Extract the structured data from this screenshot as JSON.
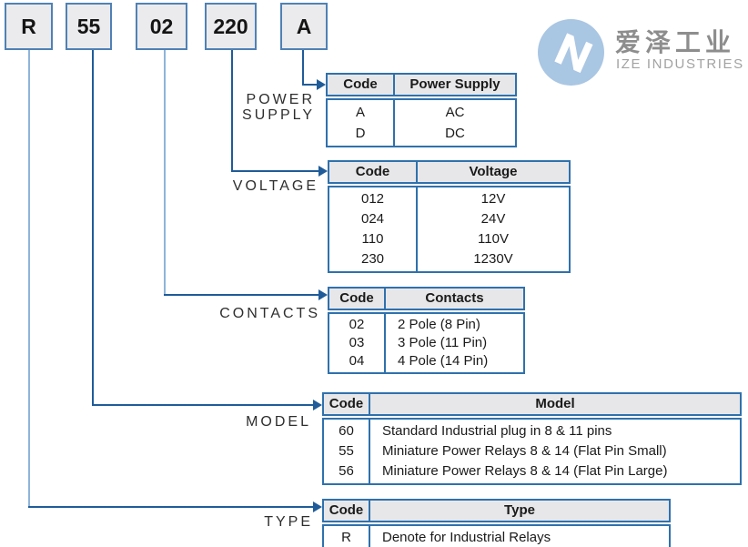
{
  "part_code": {
    "boxes": [
      {
        "label": "R"
      },
      {
        "label": "55"
      },
      {
        "label": "02"
      },
      {
        "label": "220"
      },
      {
        "label": "A"
      }
    ]
  },
  "logo": {
    "brand_cn": "爱泽工业",
    "brand_en": "IZE INDUSTRIES",
    "mark_letter": "N"
  },
  "tables": {
    "power_supply": {
      "label_line1": "POWER",
      "label_line2": "SUPPLY",
      "headers": [
        "Code",
        "Power Supply"
      ],
      "rows": [
        [
          "A",
          "AC"
        ],
        [
          "D",
          "DC"
        ]
      ]
    },
    "voltage": {
      "label": "VOLTAGE",
      "headers": [
        "Code",
        "Voltage"
      ],
      "rows": [
        [
          "012",
          "12V"
        ],
        [
          "024",
          "24V"
        ],
        [
          "110",
          "110V"
        ],
        [
          "230",
          "1230V"
        ]
      ]
    },
    "contacts": {
      "label": "CONTACTS",
      "headers": [
        "Code",
        "Contacts"
      ],
      "rows": [
        [
          "02",
          "2 Pole (8 Pin)"
        ],
        [
          "03",
          "3 Pole (11 Pin)"
        ],
        [
          "04",
          "4 Pole (14 Pin)"
        ]
      ]
    },
    "model": {
      "label": "MODEL",
      "headers": [
        "Code",
        "Model"
      ],
      "rows": [
        [
          "60",
          "Standard Industrial plug in 8 & 11 pins"
        ],
        [
          "55",
          "Miniature Power Relays 8 & 14 (Flat Pin Small)"
        ],
        [
          "56",
          "Miniature Power Relays 8 & 14 (Flat Pin Large)"
        ]
      ]
    },
    "type": {
      "label": "TYPE",
      "headers": [
        "Code",
        "Type"
      ],
      "rows": [
        [
          "R",
          "Denote for Industrial Relays"
        ]
      ]
    }
  },
  "colors": {
    "line_dark_blue": "#1f5c99",
    "line_light_blue": "#8fb4da",
    "table_border_blue": "#2f71ad",
    "box_border_blue": "#4f81b5",
    "box_fill_gray": "#ebebed",
    "header_fill_gray": "#e7e7e9",
    "logo_circle_blue": "#a9c6e3",
    "logo_text_gray": "#8d8d8d"
  }
}
